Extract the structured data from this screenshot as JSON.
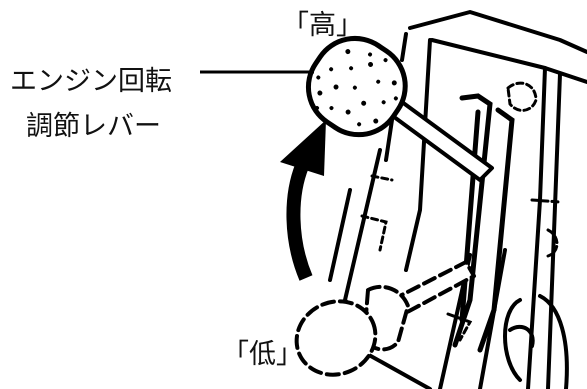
{
  "labels": {
    "high": "「高」",
    "low": "「低」",
    "lever_line1": "エンジン回転",
    "lever_line2": "調節レバー"
  }
}
